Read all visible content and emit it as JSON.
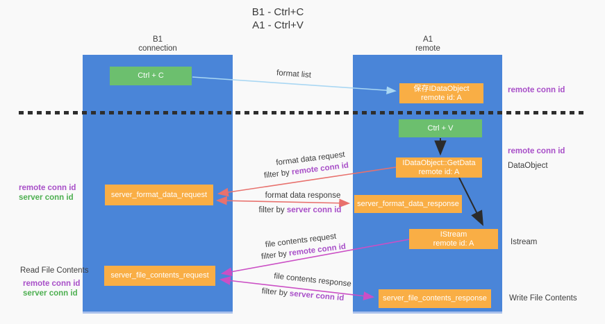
{
  "title": {
    "line1": "B1 - Ctrl+C",
    "line2": "A1 - Ctrl+V"
  },
  "lanes": {
    "left": {
      "title": "B1",
      "subtitle": "connection"
    },
    "right": {
      "title": "A1",
      "subtitle": "remote"
    }
  },
  "nodes": {
    "ctrl_c": {
      "label": "Ctrl + C"
    },
    "ctrl_v": {
      "label": "Ctrl + V"
    },
    "save_dataobject": {
      "line1": "保存IDataObject",
      "line2": "remote id: A"
    },
    "getdata": {
      "line1": "IDataObject::GetData",
      "line2": "remote id: A"
    },
    "istream": {
      "line1": "IStream",
      "line2": "remote id: A"
    },
    "server_format_data_request": {
      "label": "server_format_data_request"
    },
    "server_format_data_response": {
      "label": "server_format_data_response"
    },
    "server_file_contents_request": {
      "label": "server_file_contents_request"
    },
    "server_file_contents_response": {
      "label": "server_file_contents_response"
    }
  },
  "edge_labels": {
    "format_list": "format list",
    "format_data_request": "format data request",
    "format_data_request_filter": {
      "prefix": "filter by ",
      "key": "remote conn id"
    },
    "format_data_response": "format data response",
    "format_data_response_filter": {
      "prefix": "filter by ",
      "key": "server conn id"
    },
    "file_contents_request": "file contents request",
    "file_contents_request_filter": {
      "prefix": "filter by ",
      "key": "remote conn id"
    },
    "file_contents_response": "file contents response",
    "file_contents_response_filter": {
      "prefix": "filter by ",
      "key": "server conn id"
    }
  },
  "side_labels": {
    "left_format": {
      "remote": "remote conn id",
      "server": "server conn id"
    },
    "left_file": {
      "title": "Read File Contents",
      "remote": "remote conn id",
      "server": "server conn id"
    },
    "right_top_conn": "remote conn id",
    "right_mid_conn": "remote conn id",
    "right_dataobject": "DataObject",
    "right_istream": "Istream",
    "right_write": "Write File Contents"
  },
  "colors": {
    "lane_blue": "#4a85d8",
    "box_green": "#6cbf6e",
    "box_orange": "#f9ae45",
    "purple_text": "#a84fc8",
    "green_text": "#4daf50",
    "salmon_arrow": "#e8716d",
    "magenta_arrow": "#cb4fc5",
    "lightblue_arrow": "#a9d7f3",
    "dark_arrow": "#2b2b2b"
  }
}
